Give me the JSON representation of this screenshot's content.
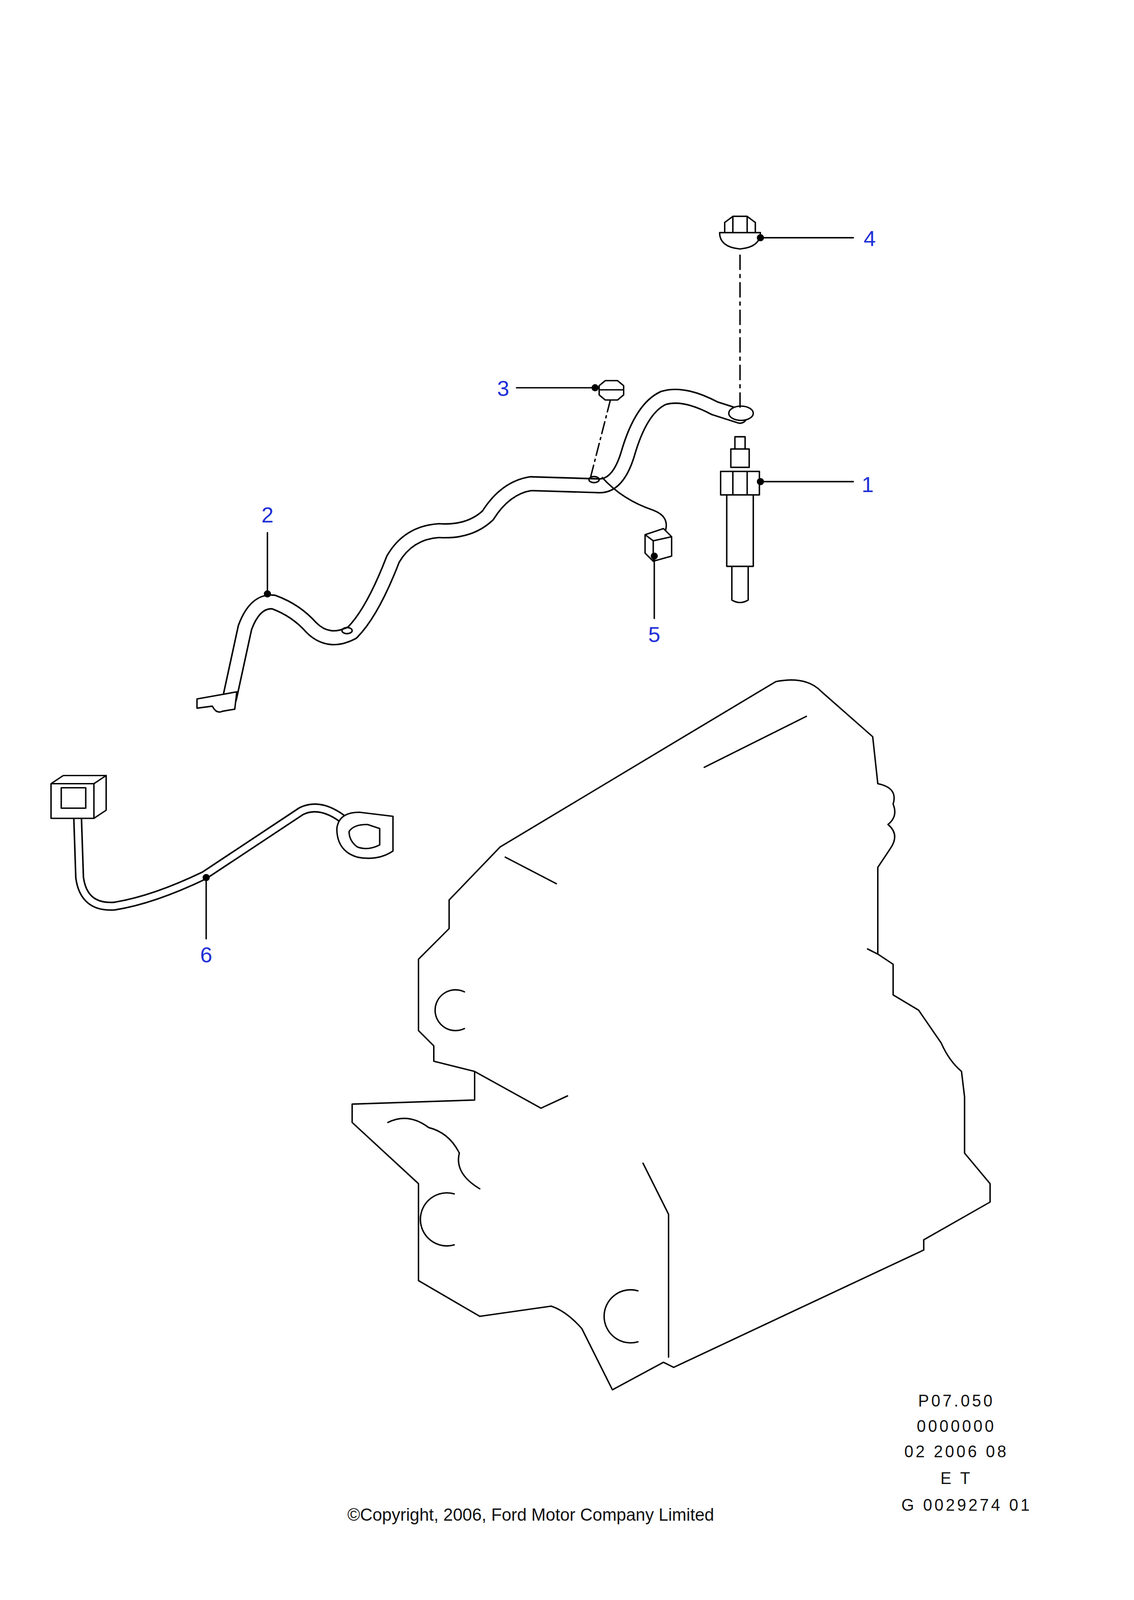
{
  "diagram": {
    "labels": [
      "4",
      "3",
      "1",
      "2",
      "5",
      "6",
      "P07.050",
      "0000000",
      "02 2006 08",
      "E T",
      "G 0029274 01",
      "©Copyright, 2006, Ford Motor Company Limited"
    ]
  }
}
